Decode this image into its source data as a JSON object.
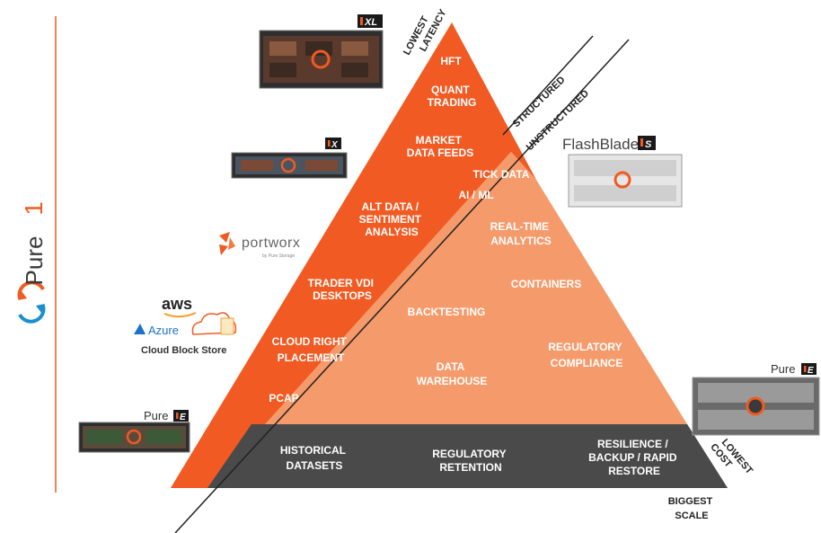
{
  "brand": {
    "pure1_word": "Pure",
    "pure1_mark": "1",
    "portworx_name": "portworx",
    "portworx_sub": "by Pure Storage",
    "aws": "aws",
    "azure": "Azure",
    "cloud_block_store": "Cloud Block Store"
  },
  "products": {
    "xl_badge": "XL",
    "x_badge": "X",
    "flashblade_name": "FlashBlade",
    "flashblade_badge": "S",
    "pure_e_right_name": "Pure",
    "pure_e_right_badge": "E",
    "pure_e_left_name": "Pure",
    "pure_e_left_badge": "E"
  },
  "axes": {
    "lowest_latency": [
      "LOWEST",
      "LATENCY"
    ],
    "structured": "STRUCTURED",
    "unstructured": "UNSTRUCTURED",
    "lowest_cost": [
      "LOWEST",
      "COST"
    ],
    "biggest_scale": [
      "BIGGEST",
      "SCALE"
    ]
  },
  "pyramid": {
    "structured_items": {
      "hft": "HFT",
      "quant": [
        "QUANT",
        "TRADING"
      ],
      "market": [
        "MARKET",
        "DATA FEEDS"
      ],
      "alt": [
        "ALT DATA /",
        "SENTIMENT",
        "ANALYSIS"
      ],
      "vdi": [
        "TRADER VDI",
        "DESKTOPS"
      ],
      "cloud": [
        "CLOUD RIGHT",
        "PLACEMENT"
      ],
      "pcap": "PCAP"
    },
    "unstructured_items": {
      "tick": "TICK DATA",
      "ai": "AI / ML",
      "rta": [
        "REAL-TIME",
        "ANALYTICS"
      ],
      "containers": "CONTAINERS",
      "backtesting": "BACKTESTING",
      "regcomp": [
        "REGULATORY",
        "COMPLIANCE"
      ],
      "dw": [
        "DATA",
        "WAREHOUSE"
      ]
    },
    "base_items": {
      "historical": [
        "HISTORICAL",
        "DATASETS"
      ],
      "retention": [
        "REGULATORY",
        "RETENTION"
      ],
      "resilience": [
        "RESILIENCE /",
        "BACKUP / RAPID",
        "RESTORE"
      ]
    }
  },
  "colors": {
    "orange": "#f15a22",
    "light_orange": "#f59a6a",
    "base_gray": "#4a4a4a",
    "device_dark": "#3a3a3a"
  }
}
